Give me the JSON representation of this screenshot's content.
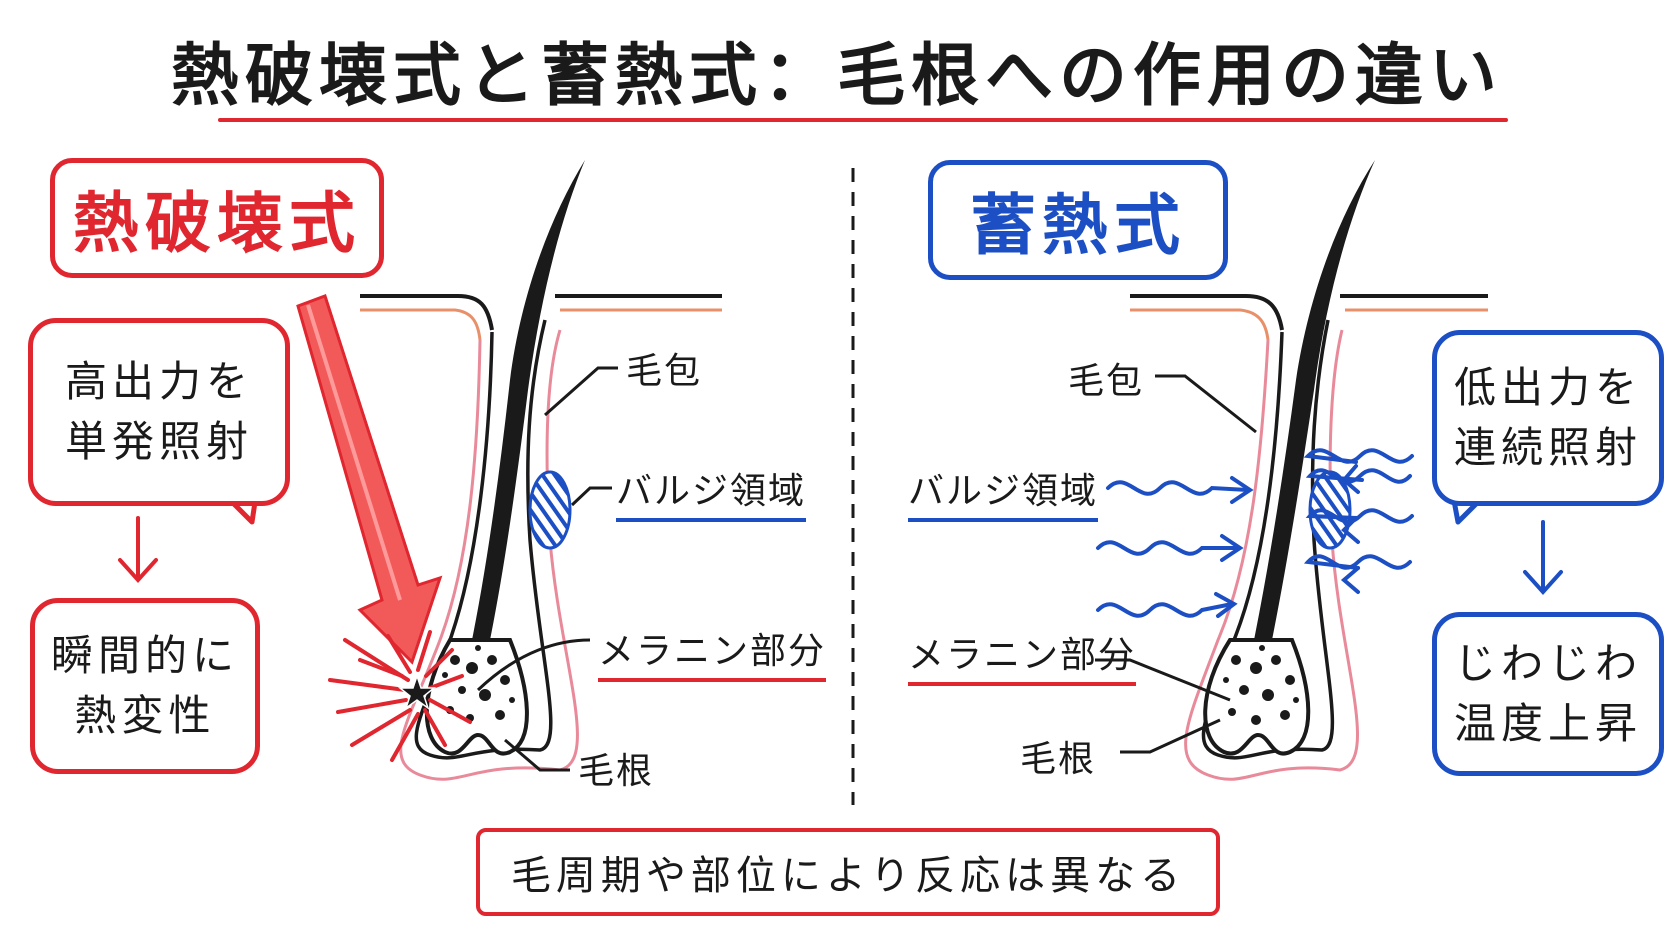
{
  "title": "熱破壊式と蓄熱式：毛根への作用の違い",
  "left": {
    "header": "熱破壊式",
    "bubble_top": [
      "高出力を",
      "単発照射"
    ],
    "bubble_bottom": [
      "瞬間的に",
      "熱変性"
    ],
    "labels": {
      "follicle": "毛包",
      "bulge": "バルジ領域",
      "melanin": "メラニン部分",
      "root": "毛根"
    }
  },
  "right": {
    "header": "蓄熱式",
    "bubble_top": [
      "低出力を",
      "連続照射"
    ],
    "bubble_bottom": [
      "じわじわ",
      "温度上昇"
    ],
    "labels": {
      "follicle": "毛包",
      "bulge": "バルジ領域",
      "melanin": "メラニン部分",
      "root": "毛根"
    }
  },
  "footer": "毛周期や部位により反応は異なる",
  "colors": {
    "red": "#e0262f",
    "blue": "#1d4fc4",
    "ink": "#1a1a1a",
    "skin_line": "#e8906a",
    "follicle_line": "#e88a9a"
  },
  "icons": {
    "down_arrow": "down-arrow-icon",
    "laser_arrow": "laser-arrow-icon",
    "heat_wave": "heat-wave-icon",
    "burst": "heat-burst-icon"
  }
}
